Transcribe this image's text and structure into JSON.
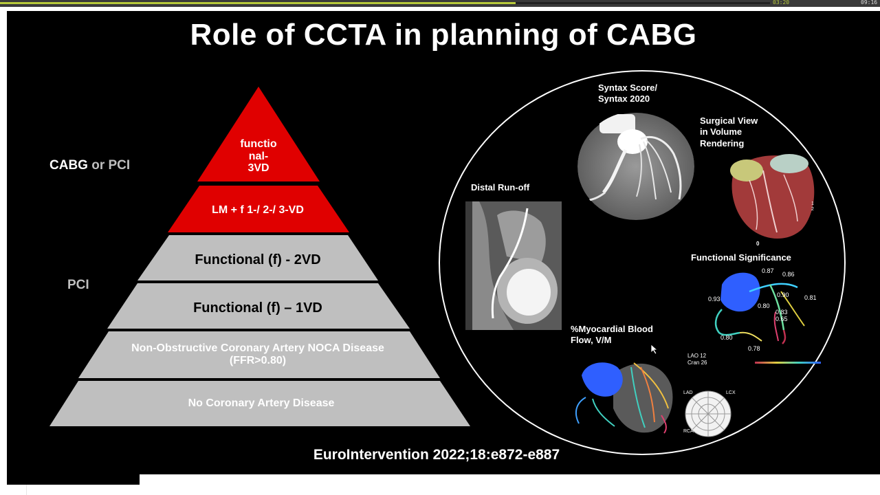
{
  "player": {
    "elapsed": "03:20",
    "total": "09:16",
    "progress": 0.67
  },
  "slide": {
    "title": "Role of CCTA in planning of CABG",
    "side_labels": {
      "cabg_part1": "CABG",
      "cabg_part2": "or PCI",
      "pci": "PCI"
    },
    "pyramid": {
      "tiers": [
        {
          "label": "functio\nnal-\n3VD",
          "color": "#e00000"
        },
        {
          "label": "LM + f 1-/ 2-/ 3-VD",
          "color": "#e00000"
        },
        {
          "label": "Functional (f) - 2VD",
          "color": "#bfbfbf"
        },
        {
          "label": "Functional (f) – 1VD",
          "color": "#bfbfbf"
        },
        {
          "label": "Non-Obstructive Coronary Artery NOCA Disease\n(FFR>0.80)",
          "color": "#bfbfbf"
        },
        {
          "label": "No Coronary Artery Disease",
          "color": "#bfbfbf"
        }
      ]
    },
    "panels": {
      "syntax": "Syntax Score/\nSyntax 2020",
      "surgical": "Surgical View\nin Volume\nRendering",
      "distal": "Distal Run-off",
      "functional": "Functional Significance",
      "myocardial": "%Myocardial Blood\nFlow, V/M"
    },
    "ffr_values": [
      "0.87",
      "0.86",
      "0.93",
      "0.80",
      "0.90",
      "0.81",
      "0.83",
      "0.65",
      "0.80",
      "0.78"
    ],
    "view_info": {
      "lao": "LAO  12",
      "cran": "Cran  26"
    },
    "bullseye_labels": {
      "lad": "LAD",
      "lcx": "LCX",
      "rca": "RCA"
    },
    "citation": "EuroIntervention 2022;18:e872-e887"
  }
}
